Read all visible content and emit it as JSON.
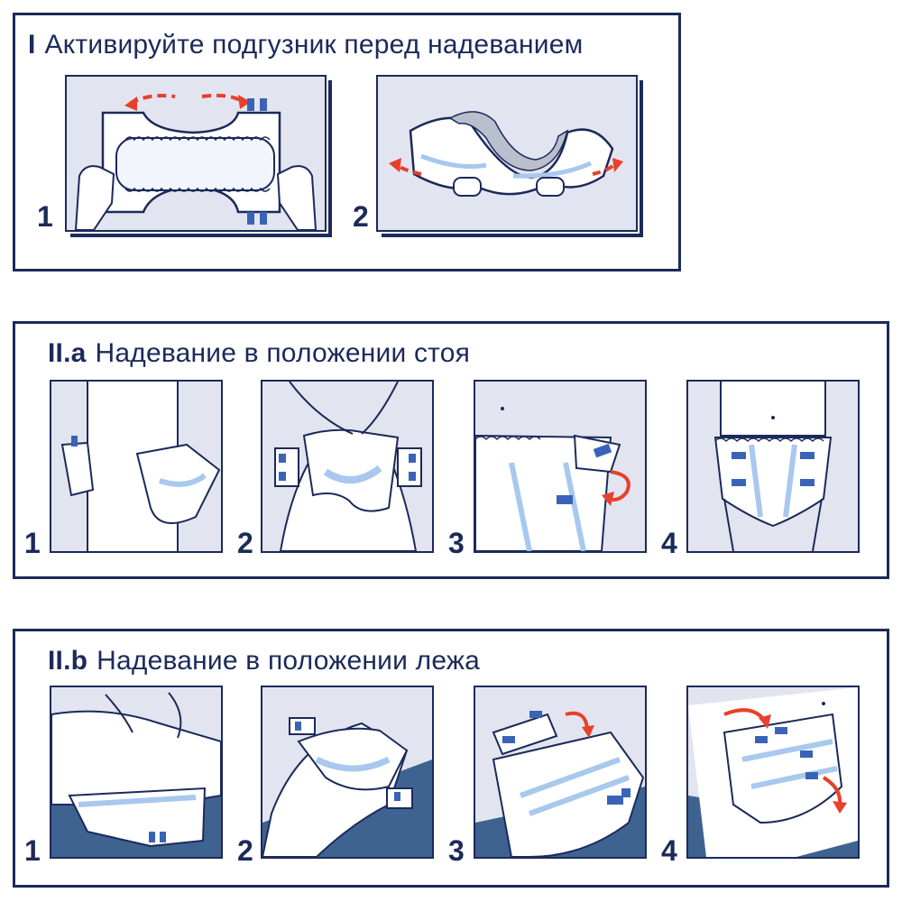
{
  "sections": [
    {
      "id": "I",
      "roman": "I",
      "title": "Активируйте подгузник перед надеванием",
      "steps": [
        {
          "number": "1"
        },
        {
          "number": "2"
        }
      ]
    },
    {
      "id": "IIa",
      "roman": "II.a",
      "title": "Надевание в положении стоя",
      "steps": [
        {
          "number": "1"
        },
        {
          "number": "2"
        },
        {
          "number": "3"
        },
        {
          "number": "4"
        }
      ]
    },
    {
      "id": "IIb",
      "roman": "II.b",
      "title": "Надевание в положении лежа",
      "steps": [
        {
          "number": "1"
        },
        {
          "number": "2"
        },
        {
          "number": "3"
        },
        {
          "number": "4"
        }
      ]
    }
  ],
  "colors": {
    "ink": "#1c2a5a",
    "panel_bg": "#e2e5ef",
    "diaper": "#ffffff",
    "accent_blue": "#a8c8ee",
    "tab_blue": "#3a63b8",
    "arrow_red": "#e8402a",
    "bed_blue": "#3e6391"
  },
  "icons": [
    "stretch-arrow-icon",
    "fold-arrow-icon",
    "diaper-illustration"
  ]
}
